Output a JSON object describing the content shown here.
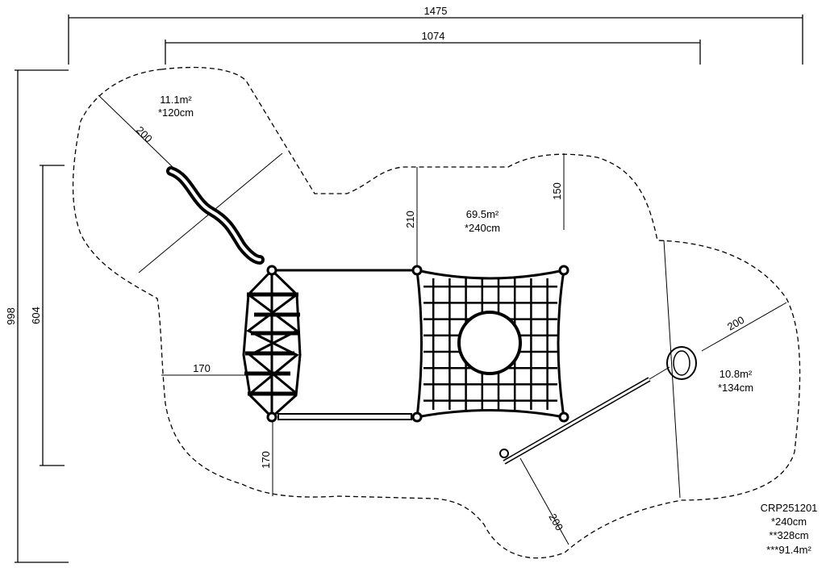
{
  "dimensions": {
    "overall_width": "1475",
    "inner_width": "1074",
    "overall_height": "998",
    "inner_height": "604",
    "left_gap": "170",
    "bottom_gap": "170",
    "net_top_left": "210",
    "net_top_right": "150",
    "slide_zone": "200",
    "swing_zone_right": "200",
    "swing_zone_bottom": "200"
  },
  "zones": {
    "slide": {
      "area": "11.1m²",
      "height": "*120cm"
    },
    "net": {
      "area": "69.5m²",
      "height": "*240cm"
    },
    "swing": {
      "area": "10.8m²",
      "height": "*134cm"
    }
  },
  "info": {
    "code": "CRP251201",
    "line1": "*240cm",
    "line2": "**328cm",
    "line3": "***91.4m²"
  }
}
